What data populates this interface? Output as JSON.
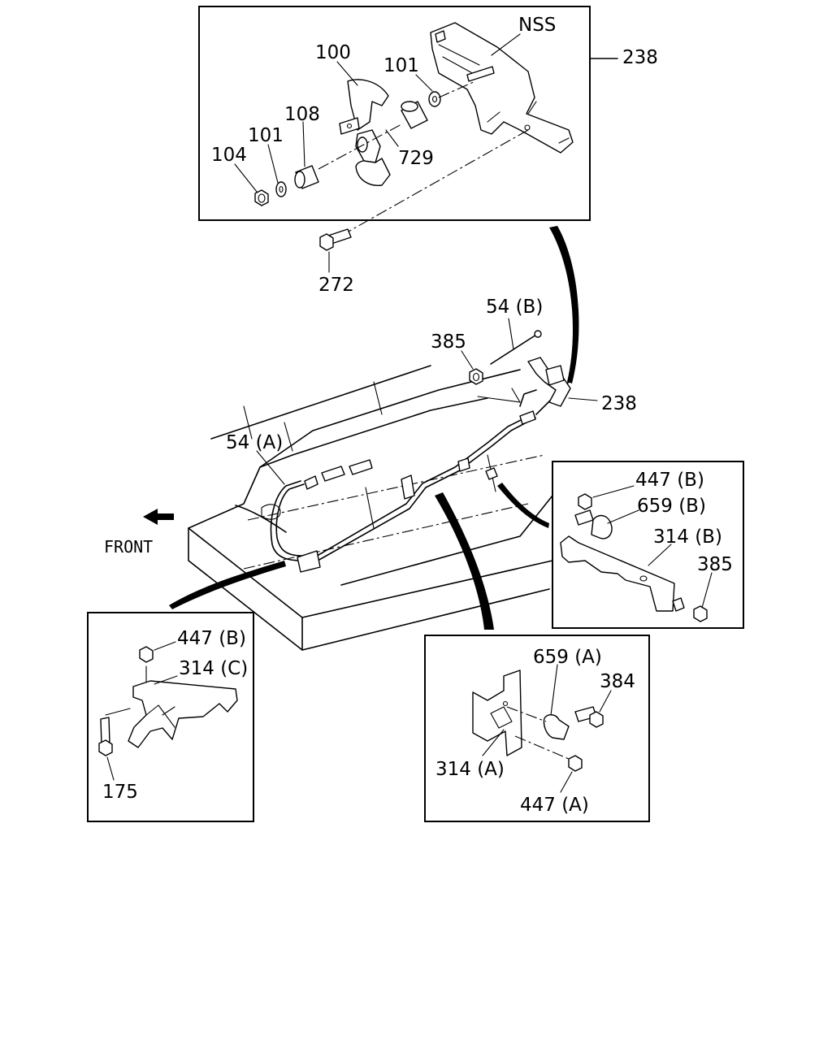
{
  "labels": {
    "top_nss": "NSS",
    "top_238": "238",
    "top_100": "100",
    "top_101a": "101",
    "top_108": "108",
    "top_101b": "101",
    "top_104": "104",
    "top_729": "729",
    "bolt_272": "272",
    "mid_54b": "54 (B)",
    "mid_385": "385",
    "mid_238": "238",
    "mid_54a": "54 (A)",
    "front": "FRONT",
    "r_447b": "447 (B)",
    "r_659b": "659 (B)",
    "r_314b": "314 (B)",
    "r_385": "385",
    "l_447b": "447 (B)",
    "l_314c": "314 (C)",
    "l_175": "175",
    "c_659a": "659 (A)",
    "c_384": "384",
    "c_314a": "314 (A)",
    "c_447a": "447 (A)"
  },
  "icons": {
    "front_arrow": "arrow-left-icon"
  }
}
